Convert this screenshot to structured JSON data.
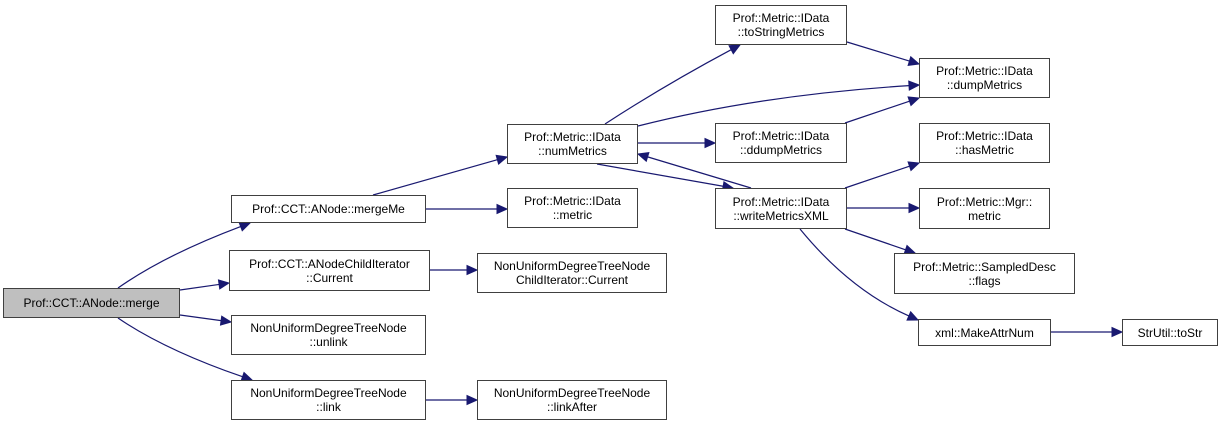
{
  "diagram": {
    "type": "call-graph",
    "edge_color": "#191970",
    "root_fill": "#bfbfbf",
    "nodes": [
      {
        "id": "merge",
        "lines": [
          "Prof::CCT::ANode::merge"
        ],
        "root": true
      },
      {
        "id": "mergeMe",
        "lines": [
          "Prof::CCT::ANode::mergeMe"
        ]
      },
      {
        "id": "anodeChildIterCurrent",
        "lines": [
          "Prof::CCT::ANodeChildIterator",
          "::Current"
        ]
      },
      {
        "id": "unlink",
        "lines": [
          "NonUniformDegreeTreeNode",
          "::unlink"
        ]
      },
      {
        "id": "link",
        "lines": [
          "NonUniformDegreeTreeNode",
          "::link"
        ]
      },
      {
        "id": "nudtnChildIterCurrent",
        "lines": [
          "NonUniformDegreeTreeNode",
          "ChildIterator::Current"
        ]
      },
      {
        "id": "numMetrics",
        "lines": [
          "Prof::Metric::IData",
          "::numMetrics"
        ]
      },
      {
        "id": "idataMetric",
        "lines": [
          "Prof::Metric::IData",
          "::metric"
        ]
      },
      {
        "id": "linkAfter",
        "lines": [
          "NonUniformDegreeTreeNode",
          "::linkAfter"
        ]
      },
      {
        "id": "toStringMetrics",
        "lines": [
          "Prof::Metric::IData",
          "::toStringMetrics"
        ]
      },
      {
        "id": "ddumpMetrics",
        "lines": [
          "Prof::Metric::IData",
          "::ddumpMetrics"
        ]
      },
      {
        "id": "writeMetricsXML",
        "lines": [
          "Prof::Metric::IData",
          "::writeMetricsXML"
        ]
      },
      {
        "id": "dumpMetrics",
        "lines": [
          "Prof::Metric::IData",
          "::dumpMetrics"
        ]
      },
      {
        "id": "hasMetric",
        "lines": [
          "Prof::Metric::IData",
          "::hasMetric"
        ]
      },
      {
        "id": "mgrMetric",
        "lines": [
          "Prof::Metric::Mgr::",
          "metric"
        ]
      },
      {
        "id": "sampledDescFlags",
        "lines": [
          "Prof::Metric::SampledDesc",
          "::flags"
        ]
      },
      {
        "id": "makeAttrNum",
        "lines": [
          "xml::MakeAttrNum"
        ]
      },
      {
        "id": "strUtilToStr",
        "lines": [
          "StrUtil::toStr"
        ]
      }
    ],
    "edges": [
      {
        "from": "merge",
        "to": "mergeMe"
      },
      {
        "from": "merge",
        "to": "anodeChildIterCurrent"
      },
      {
        "from": "merge",
        "to": "unlink"
      },
      {
        "from": "merge",
        "to": "link"
      },
      {
        "from": "mergeMe",
        "to": "numMetrics"
      },
      {
        "from": "mergeMe",
        "to": "idataMetric"
      },
      {
        "from": "anodeChildIterCurrent",
        "to": "nudtnChildIterCurrent"
      },
      {
        "from": "link",
        "to": "linkAfter"
      },
      {
        "from": "numMetrics",
        "to": "toStringMetrics"
      },
      {
        "from": "numMetrics",
        "to": "dumpMetrics"
      },
      {
        "from": "numMetrics",
        "to": "ddumpMetrics"
      },
      {
        "from": "numMetrics",
        "to": "writeMetricsXML"
      },
      {
        "from": "writeMetricsXML",
        "to": "numMetrics"
      },
      {
        "from": "toStringMetrics",
        "to": "dumpMetrics"
      },
      {
        "from": "ddumpMetrics",
        "to": "dumpMetrics"
      },
      {
        "from": "writeMetricsXML",
        "to": "hasMetric"
      },
      {
        "from": "writeMetricsXML",
        "to": "mgrMetric"
      },
      {
        "from": "writeMetricsXML",
        "to": "sampledDescFlags"
      },
      {
        "from": "writeMetricsXML",
        "to": "makeAttrNum"
      },
      {
        "from": "makeAttrNum",
        "to": "strUtilToStr"
      }
    ]
  }
}
